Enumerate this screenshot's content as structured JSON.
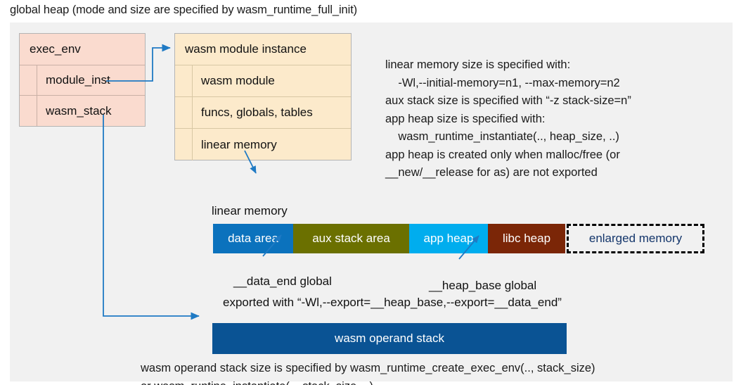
{
  "title": "global heap (mode and size are specified by wasm_runtime_full_init)",
  "colors": {
    "panel_bg": "#f1f1f1",
    "exec_env_fill": "#fadbcf",
    "exec_env_border": "#b4b4b4",
    "module_instance_fill": "#fceacb",
    "module_instance_border": "#b4b4b4",
    "data_area": "#0b72bd",
    "aux_stack_area": "#6b7000",
    "app_heap": "#00adee",
    "libc_heap": "#7b2607",
    "enlarged_memory_text": "#14366b",
    "operand_stack": "#0a5394",
    "connector": "#1f7ac4"
  },
  "exec_env": {
    "header": "exec_env",
    "rows": [
      {
        "label": "module_inst"
      },
      {
        "label": "wasm_stack"
      }
    ]
  },
  "wasm_module_instance": {
    "header": "wasm module instance",
    "rows": [
      {
        "label": "wasm module"
      },
      {
        "label": "funcs, globals, tables"
      },
      {
        "label": "linear memory"
      }
    ]
  },
  "notes": {
    "linear_memory": "linear memory size is specified with:\n    -Wl,--initial-memory=n1, --max-memory=n2\naux stack size is specified with “-z stack-size=n”\napp heap size is specified with:\n    wasm_runtime_instantiate(.., heap_size, ..)\napp heap is created only when malloc/free (or\n__new/__release for as) are not exported",
    "operand_stack": "wasm operand stack size is specified by wasm_runtime_create_exec_env(.., stack_size)\nor wasm_runtine_instantiate(.., stack_size, ..)"
  },
  "linear_memory_bar": {
    "caption": "linear memory",
    "segments": [
      {
        "label": "data area",
        "color": "#0b72bd",
        "width": 114,
        "style": "solid"
      },
      {
        "label": "aux stack area",
        "color": "#6b7000",
        "width": 165,
        "style": "solid"
      },
      {
        "label": "app heap",
        "color": "#00adee",
        "width": 112,
        "style": "solid"
      },
      {
        "label": "libc heap",
        "color": "#7b2607",
        "width": 110,
        "style": "solid"
      },
      {
        "label": "enlarged memory",
        "color": "#f1f1f1",
        "width": 196,
        "style": "dashed"
      }
    ]
  },
  "callouts": {
    "data_end": "__data_end global",
    "heap_base": "__heap_base global",
    "exported_with": "exported with “-Wl,--export=__heap_base,--export=__data_end”"
  },
  "operand_stack": {
    "label": "wasm operand stack"
  }
}
